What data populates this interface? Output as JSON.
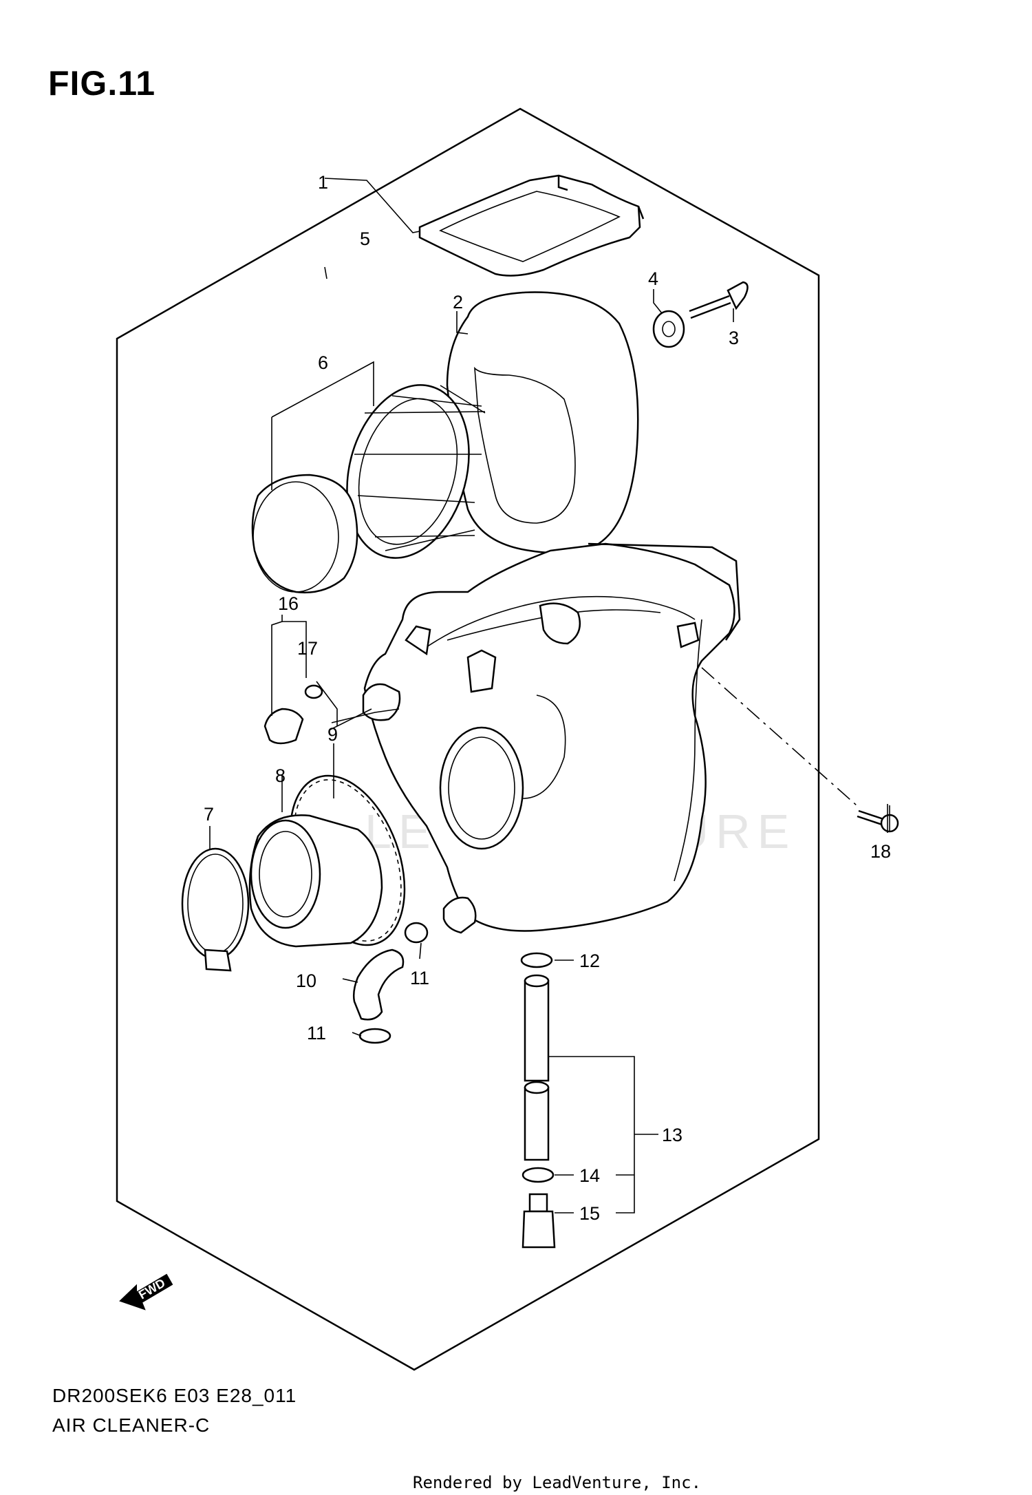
{
  "figure": {
    "title": "FIG.11",
    "model_code": "DR200SEK6 E03 E28_011",
    "section": "AIR CLEANER-C",
    "render_credit": "Rendered by LeadVenture, Inc.",
    "watermark": "LEADVENTURE",
    "fwd_label": "FWD"
  },
  "callouts": [
    {
      "id": "c1",
      "text": "1"
    },
    {
      "id": "c2",
      "text": "2"
    },
    {
      "id": "c3",
      "text": "3"
    },
    {
      "id": "c4",
      "text": "4"
    },
    {
      "id": "c5",
      "text": "5"
    },
    {
      "id": "c6",
      "text": "6"
    },
    {
      "id": "c7",
      "text": "7"
    },
    {
      "id": "c8",
      "text": "8"
    },
    {
      "id": "c9",
      "text": "9"
    },
    {
      "id": "c10",
      "text": "10"
    },
    {
      "id": "c11a",
      "text": "11"
    },
    {
      "id": "c11b",
      "text": "11"
    },
    {
      "id": "c12",
      "text": "12"
    },
    {
      "id": "c13",
      "text": "13"
    },
    {
      "id": "c14",
      "text": "14"
    },
    {
      "id": "c15",
      "text": "15"
    },
    {
      "id": "c16",
      "text": "16"
    },
    {
      "id": "c17",
      "text": "17"
    },
    {
      "id": "c18",
      "text": "18"
    }
  ]
}
